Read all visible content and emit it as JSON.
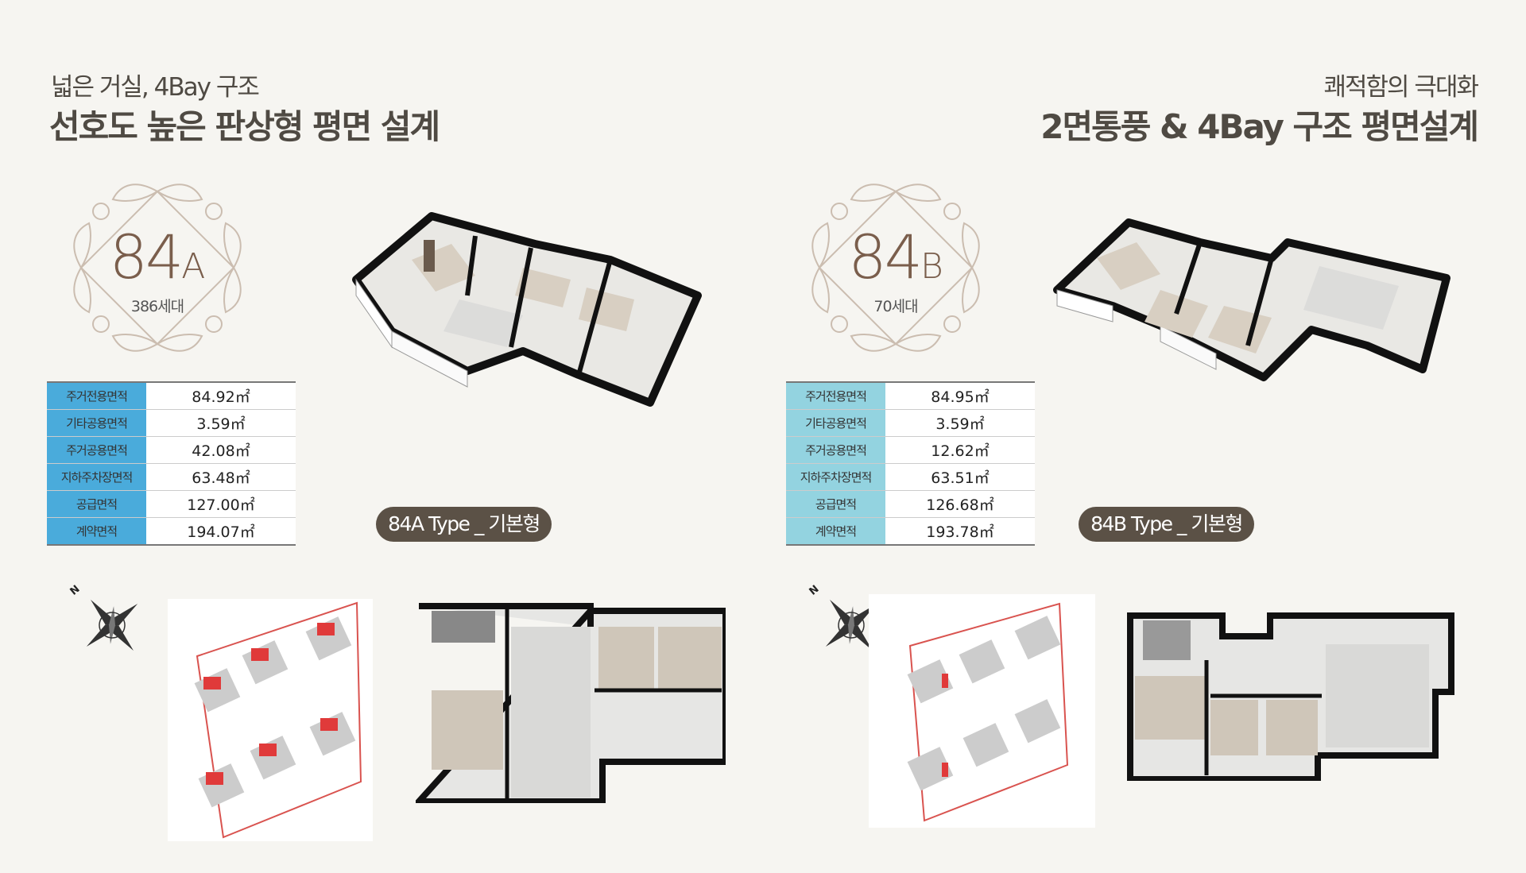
{
  "left": {
    "subtitle": "넓은 거실, 4Bay 구조",
    "title": "선호도 높은 판상형 평면 설계",
    "emblem": {
      "number": "84",
      "letter": "A",
      "households": "386세대"
    },
    "spec_table": [
      {
        "label": "주거전용면적",
        "value": "84.92㎡"
      },
      {
        "label": "기타공용면적",
        "value": "3.59㎡"
      },
      {
        "label": "주거공용면적",
        "value": "42.08㎡"
      },
      {
        "label": "지하주차장면적",
        "value": "63.48㎡"
      },
      {
        "label": "공급면적",
        "value": "127.00㎡"
      },
      {
        "label": "계약면적",
        "value": "194.07㎡"
      }
    ],
    "type_badge": "84A Type _ 기본형",
    "compass_label": "N"
  },
  "right": {
    "subtitle": "쾌적함의 극대화",
    "title": "2면통풍 & 4Bay 구조 평면설계",
    "emblem": {
      "number": "84",
      "letter": "B",
      "households": "70세대"
    },
    "spec_table": [
      {
        "label": "주거전용면적",
        "value": "84.95㎡"
      },
      {
        "label": "기타공용면적",
        "value": "3.59㎡"
      },
      {
        "label": "주거공용면적",
        "value": "12.62㎡"
      },
      {
        "label": "지하주차장면적",
        "value": "63.51㎡"
      },
      {
        "label": "공급면적",
        "value": "126.68㎡"
      },
      {
        "label": "계약면적",
        "value": "193.78㎡"
      }
    ],
    "type_badge": "84B Type _ 기본형",
    "compass_label": "N"
  },
  "colors": {
    "background": "#f6f5f1",
    "text": "#4f4a43",
    "label_cell_a": "#4aabdb",
    "label_cell_b": "#93d3e0",
    "badge": "#5b5146",
    "emblem": "#7a5e4c",
    "site_boundary": "#d9534f",
    "highlight_unit": "#e03a3a"
  }
}
